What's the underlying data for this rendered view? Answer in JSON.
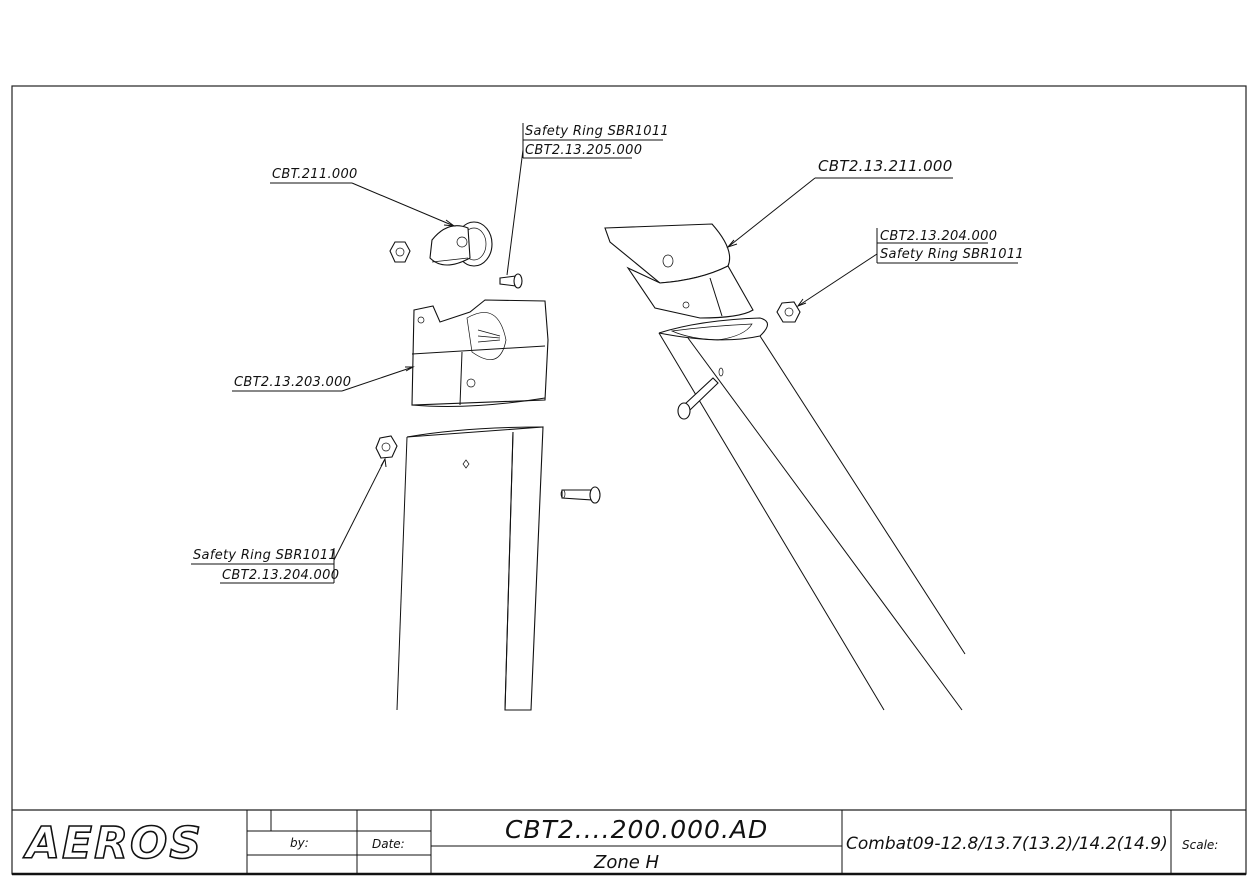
{
  "labels": {
    "cbt211": "CBT.211.000",
    "ring_top_name": "Safety Ring SBR1011",
    "ring_top_code": "CBT2.13.205.000",
    "cbt211000": "CBT2.13.211.000",
    "ring_right_code": "CBT2.13.204.000",
    "ring_right_name": "Safety Ring SBR1011",
    "cbt203": "CBT2.13.203.000",
    "ring_left_name": "Safety Ring SBR1011",
    "ring_left_code": "CBT2.13.204.000"
  },
  "title_block": {
    "logo": "AEROS",
    "by_label": "by:",
    "date_label": "Date:",
    "drawing_number": "CBT2....200.000.AD",
    "zone": "Zone H",
    "model": "Combat09-12.8/13.7(13.2)/14.2(14.9)",
    "scale_label": "Scale:"
  }
}
